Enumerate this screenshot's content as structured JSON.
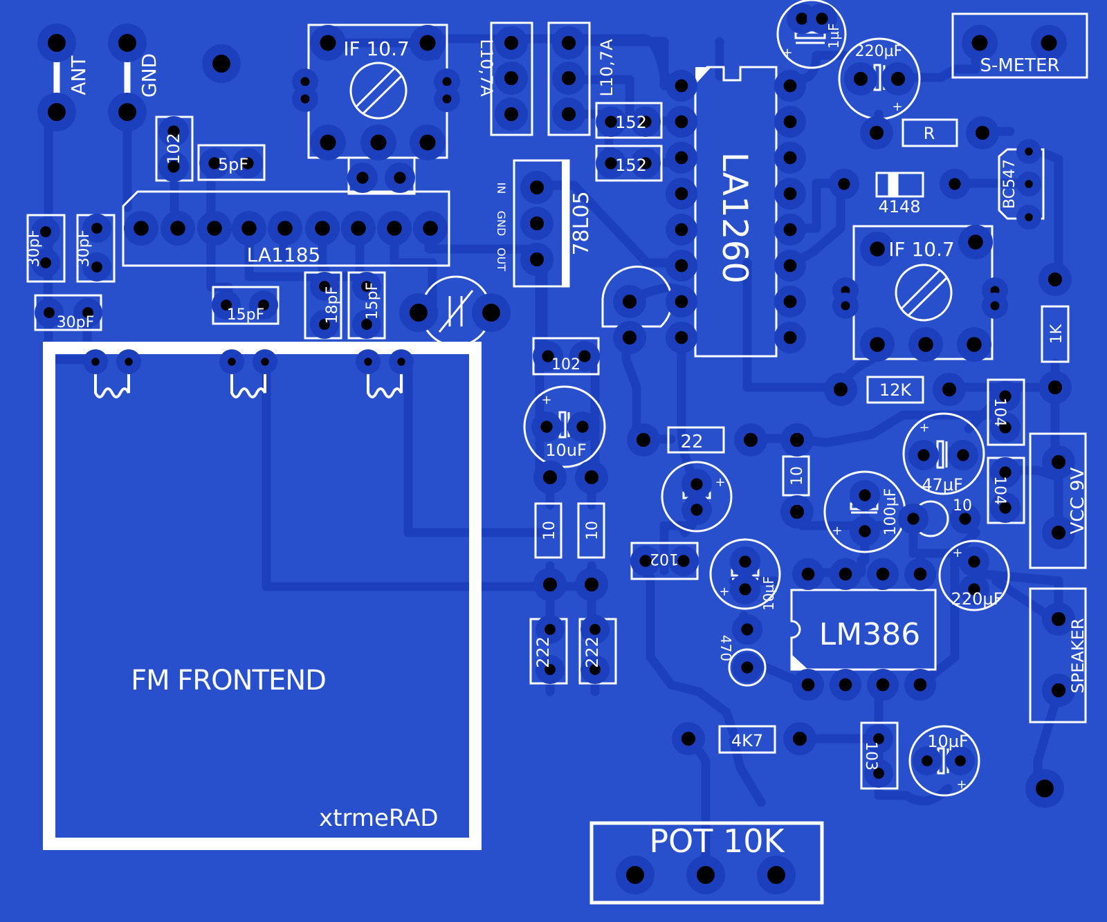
{
  "colors": {
    "board": "#2850cc",
    "trace": "#1b3fbd",
    "silk": "#ffffff",
    "hole": "#000000"
  },
  "labels": {
    "ant": "ANT",
    "gnd": "GND",
    "if1": "IF 10.7",
    "if2": "IF 10.7",
    "l1": "L10,7A",
    "l2": "L10,7A",
    "c_1uf": "1µF",
    "c_220uf_top": "220µF",
    "smeter": "S-METER",
    "c102_a": "102",
    "c5pf": "5pF",
    "c152_a": "152",
    "c152_b": "152",
    "la1260": "LA1260",
    "r_r": "R",
    "diode": "4148",
    "bc547": "BC547",
    "reg_in": "IN",
    "reg_gnd": "GND",
    "reg_out": "OUT",
    "reg": "78L05",
    "la1185": "LA1185",
    "c30pf_a": "30pF",
    "c30pf_b": "30pF",
    "c30pf_c": "30pF",
    "c15pf_a": "15pF",
    "c18pf": "18pF",
    "c15pf_b": "15pF",
    "c102_b": "102",
    "r1k": "1K",
    "r12k": "12K",
    "c104_a": "104",
    "c104_b": "104",
    "c10uf_a": "10uF",
    "r22": "22",
    "r10_a": "10",
    "r10_b": "10",
    "r10_c": "10",
    "r10_d": "10",
    "c47uf": "47µF",
    "c100uf": "100µF",
    "vcc": "VCC 9V",
    "c102_c": "102",
    "c10uf_b": "10µF",
    "c220uf_b": "220µF",
    "lm386": "LM386",
    "r470": "470",
    "speaker": "SPEAKER",
    "c222_a": "222",
    "c222_b": "222",
    "fm_frontend": "FM FRONTEND",
    "xtrme": "xtrmeRAD",
    "r4k7": "4K7",
    "c103": "103",
    "c10uf_c": "10µF",
    "pot": "POT 10K",
    "plus": "+"
  }
}
